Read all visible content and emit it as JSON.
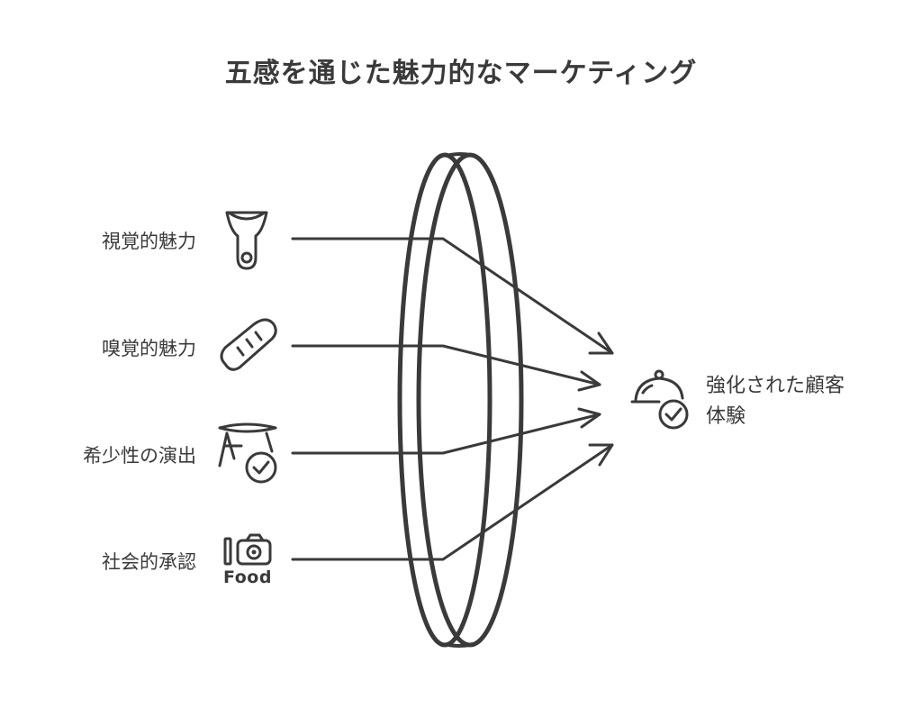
{
  "title": "五感を通じた魅力的なマーケティング",
  "inputs": [
    {
      "label": "視覚的魅力",
      "icon": "peeler-icon"
    },
    {
      "label": "嗅覚的魅力",
      "icon": "bread-icon"
    },
    {
      "label": "希少性の演出",
      "icon": "table-check-icon"
    },
    {
      "label": "社会的承認",
      "icon": "food-camera-icon",
      "icon_text": "Food"
    }
  ],
  "output": {
    "line1": "強化された顧客",
    "line2": "体験",
    "icon": "cloche-check-icon"
  },
  "colors": {
    "stroke": "#3a3a3a",
    "background": "#ffffff"
  }
}
